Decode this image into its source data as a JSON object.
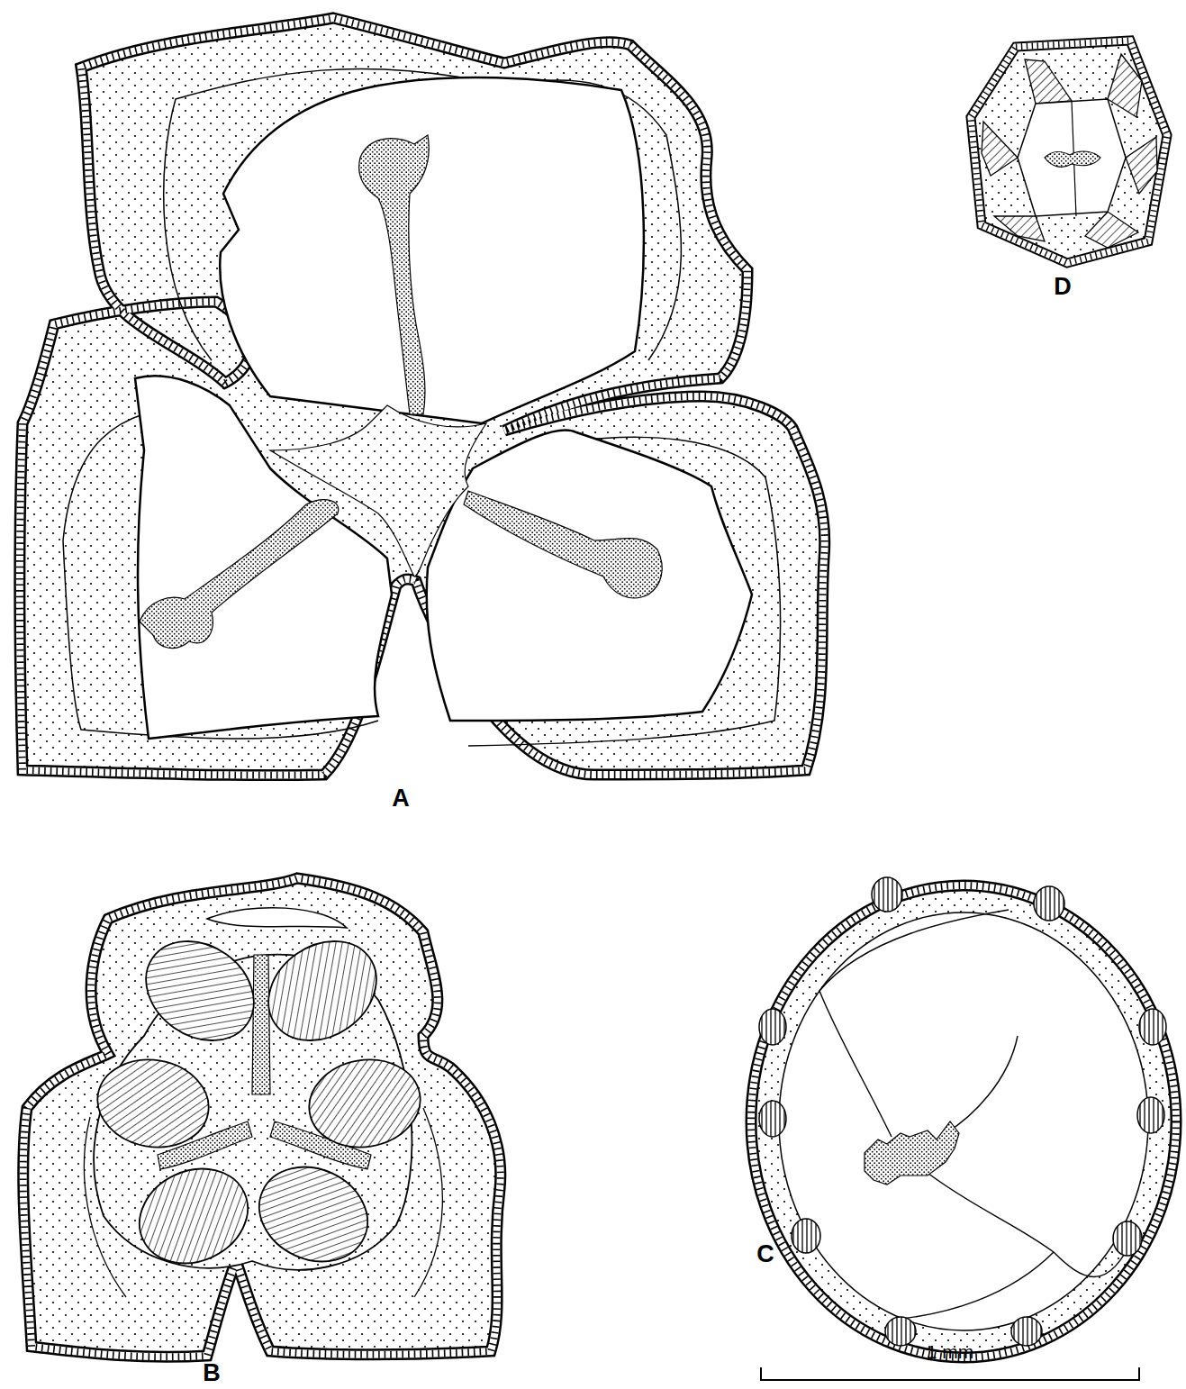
{
  "diagram": {
    "labels": [
      "A",
      "B",
      "C",
      "D",
      "1 mm"
    ]
  }
}
